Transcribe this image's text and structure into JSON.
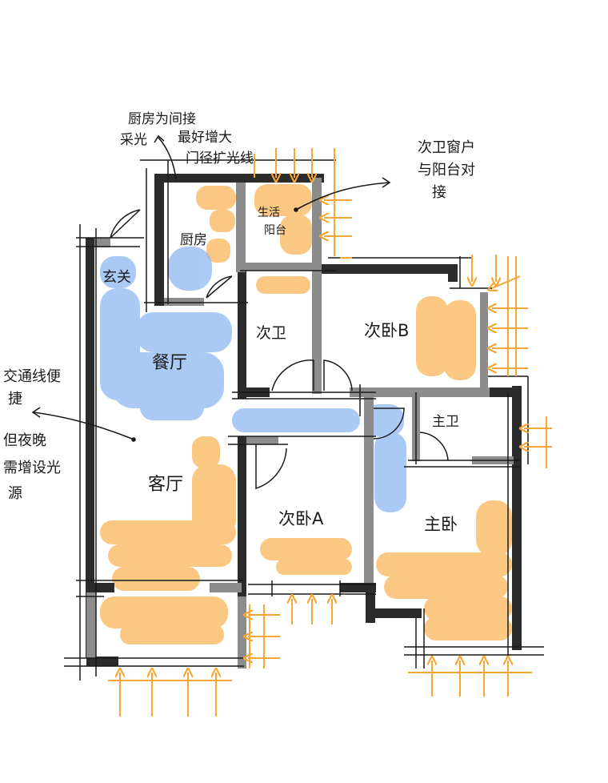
{
  "rooms": {
    "kitchen": "厨房",
    "utility_balcony": "生活阳台",
    "entrance": "玄关",
    "dining": "餐厅",
    "living": "客厅",
    "second_bath": "次卫",
    "bedroom_b": "次卧B",
    "bedroom_a": "次卧A",
    "master_bath": "主卫",
    "master_bedroom": "主卧"
  },
  "notes": {
    "kitchen_light": [
      "厨房为间接",
      "采光",
      "最好增大",
      "门径扩光线"
    ],
    "bath_window": [
      "次卫窗户",
      "与阳台对",
      "接"
    ],
    "circulation": [
      "交通线便",
      "捷",
      "但夜晚",
      "需增设光",
      "源"
    ]
  },
  "colors": {
    "wall_dark": "#2b2b2b",
    "wall_gray": "#8c8c8c",
    "sunlight": "#f7a534",
    "sunlight_fill": "#f9b65a",
    "circulation_fill": "#8fb8f2",
    "ink": "#1a1a1a"
  }
}
